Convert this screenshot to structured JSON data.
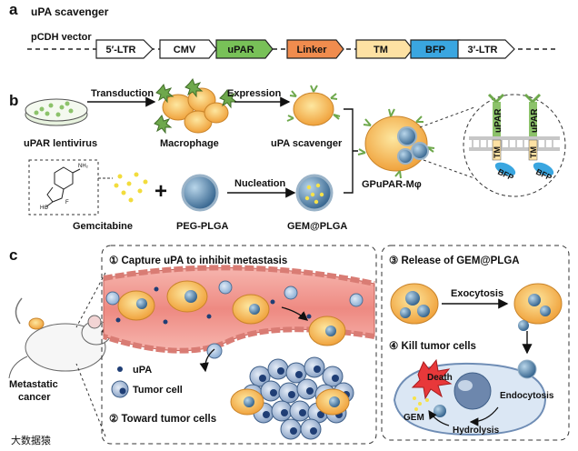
{
  "panel_a": {
    "label": "a",
    "title": "uPA scavenger",
    "vector": "pCDH vector",
    "segments": [
      {
        "text": "5′-LTR",
        "color": "#ffffff"
      },
      {
        "text": "CMV",
        "color": "#ffffff"
      },
      {
        "text": "uPAR",
        "color": "#78c158"
      },
      {
        "text": "Linker",
        "color": "#f08c4e"
      },
      {
        "text": "TM",
        "color": "#fde1a3"
      },
      {
        "text": "BFP",
        "color": "#3aa6e0"
      },
      {
        "text": "3′-LTR",
        "color": "#ffffff"
      }
    ]
  },
  "panel_b": {
    "label": "b",
    "transduction": "Transduction",
    "expression": "Expression",
    "lentivirus": "uPAR lentivirus",
    "macrophage": "Macrophage",
    "scavenger": "uPA scavenger",
    "gemcitabine": "Gemcitabine",
    "plus": "+",
    "pegplga": "PEG-PLGA",
    "nucleation": "Nucleation",
    "gemplga": "GEM@PLGA",
    "product": "GPuPAR-Mφ",
    "membrane": {
      "upar": "uPAR",
      "tm": "TM",
      "bfp": "BFP"
    }
  },
  "panel_c": {
    "label": "c",
    "mouse_label_1": "Metastatic",
    "mouse_label_2": "cancer",
    "step1": "① Capture uPA to inhibit metastasis",
    "step2": "② Toward tumor cells",
    "step3": "③ Release of GEM@PLGA",
    "step4": "④ Kill tumor cells",
    "legend_upa": "uPA",
    "legend_tumor": "Tumor cell",
    "exocytosis": "Exocytosis",
    "endocytosis": "Endocytosis",
    "hydrolysis": "Hydrolysis",
    "gem": "GEM",
    "death": "Death"
  },
  "watermark": "大数据猿"
}
